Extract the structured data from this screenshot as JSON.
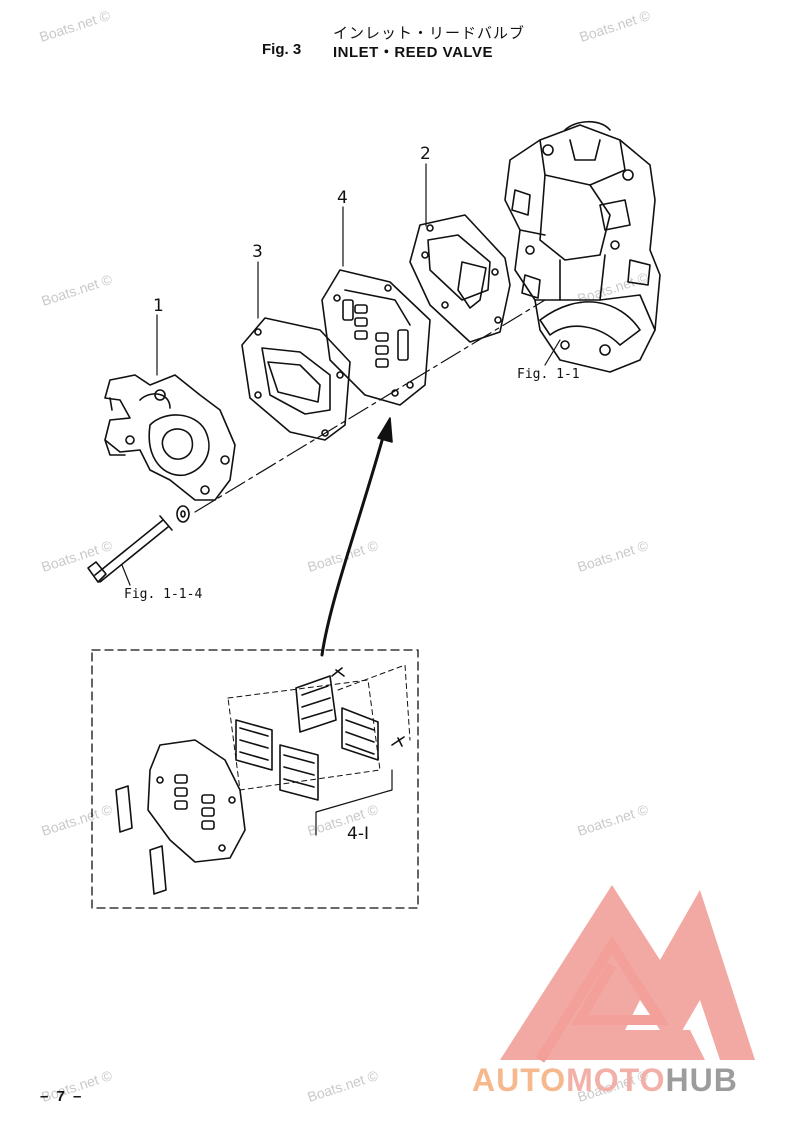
{
  "header": {
    "title_jp": "インレット・リードバルブ",
    "fig_label": "Fig. 3",
    "title_en": "INLET・REED VALVE"
  },
  "callouts": {
    "part_1": "1",
    "part_2": "2",
    "part_3": "3",
    "part_4": "4",
    "part_4_1": "4-I",
    "ref_fig_1_1": "Fig. 1-1",
    "ref_fig_1_1_4": "Fig. 1-1-4"
  },
  "watermark": "Boats.net ©",
  "page_number": "– 7 –",
  "logo": {
    "part_a": "AUTO",
    "part_b": "MOTO",
    "part_c": "HUB",
    "colors": {
      "auto": "#f6b98e",
      "moto": "#f2b0a8",
      "hub": "#9c9c9c",
      "triangle": "#f08a82"
    }
  }
}
